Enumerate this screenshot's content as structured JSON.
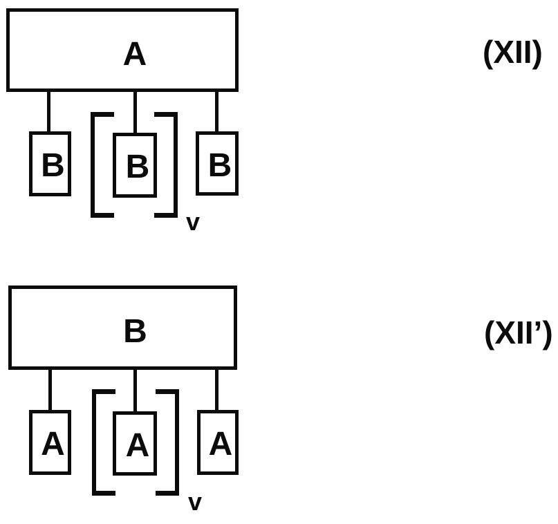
{
  "figure": {
    "description": "Patent structural formula figure with two bracketed block diagrams",
    "ink_color": "#0b0b0b",
    "background_color": "#ffffff",
    "diagrams": [
      {
        "formula_label": "(XII)",
        "backbone_label": "A",
        "pendant_labels": [
          "B",
          "B",
          "B"
        ],
        "repeat_subscript": "v"
      },
      {
        "formula_label": "(XII’)",
        "backbone_label": "B",
        "pendant_labels": [
          "A",
          "A",
          "A"
        ],
        "repeat_subscript": "v"
      }
    ]
  }
}
